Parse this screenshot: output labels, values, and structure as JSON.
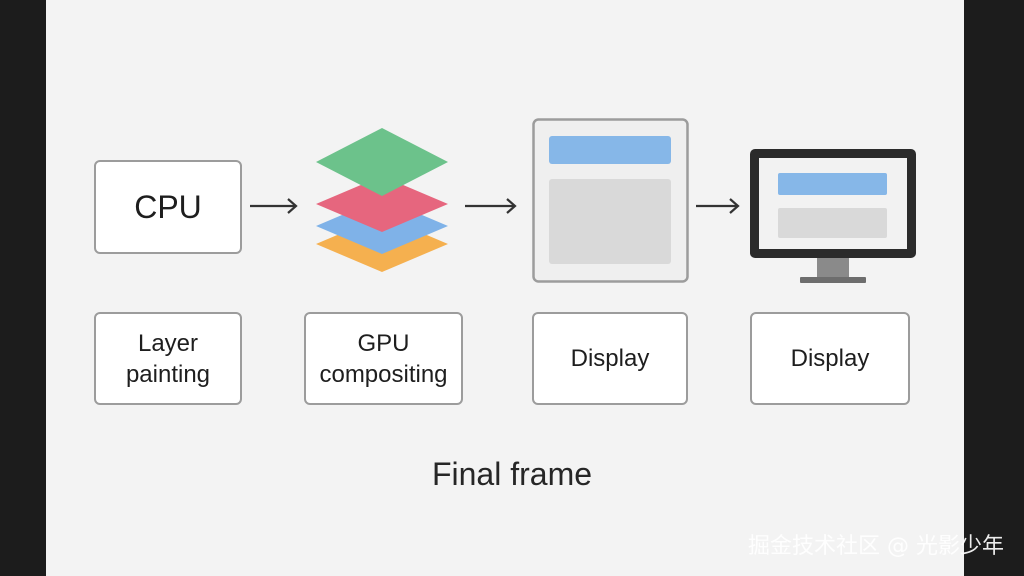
{
  "nodes": {
    "cpu": "CPU",
    "layer_painting": "Layer\npainting",
    "gpu_compositing": "GPU\ncompositing",
    "display_1": "Display",
    "display_2": "Display"
  },
  "caption": "Final frame",
  "watermark": "掘金技术社区 @ 光影少年",
  "colors": {
    "layer_green": "#6cc28b",
    "layer_red": "#e6667e",
    "layer_blue": "#7fb2e8",
    "layer_orange": "#f5b04f",
    "accent_blue": "#86b7e8",
    "content_gray": "#d9d9d9",
    "border_gray": "#9c9c9c",
    "monitor_dark": "#2b2b2b"
  },
  "icons": [
    "layer-stack-icon",
    "page-frame-icon",
    "monitor-icon",
    "arrow-right-icon"
  ]
}
